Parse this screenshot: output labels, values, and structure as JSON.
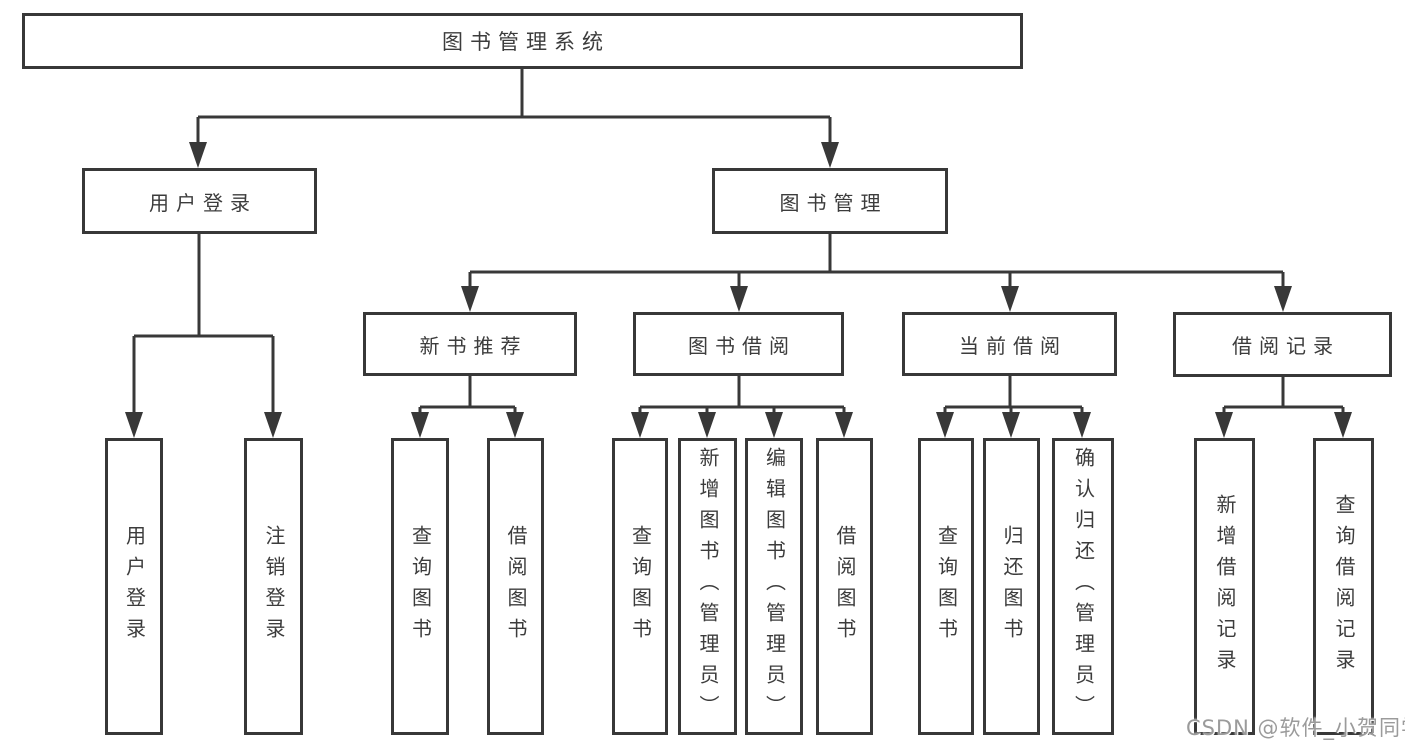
{
  "diagram": {
    "type": "hierarchy-flowchart",
    "title": "图书管理系统",
    "colors": {
      "line": "#383838",
      "box_border": "#383838",
      "text": "#3c3c3c",
      "watermark": "#9b9b9b",
      "background": "#ffffff"
    },
    "structure": {
      "图书管理系统": [
        "用户登录",
        "图书管理"
      ],
      "用户登录": [
        "用户登录",
        "注销登录"
      ],
      "图书管理": [
        "新书推荐",
        "图书借阅",
        "当前借阅",
        "借阅记录"
      ],
      "新书推荐": [
        "查询图书",
        "借阅图书"
      ],
      "图书借阅": [
        "查询图书",
        "新增图书（管理员）",
        "编辑图书（管理员）",
        "借阅图书"
      ],
      "当前借阅": [
        "查询图书",
        "归还图书",
        "确认归还（管理员）"
      ],
      "借阅记录": [
        "新增借阅记录",
        "查询借阅记录"
      ]
    }
  },
  "nodes": {
    "root": {
      "label": "图书管理系统"
    },
    "user_login": {
      "label": "用户登录"
    },
    "book_management": {
      "label": "图书管理"
    },
    "new_book_recommend": {
      "label": "新书推荐"
    },
    "book_borrow": {
      "label": "图书借阅"
    },
    "current_borrow": {
      "label": "当前借阅"
    },
    "borrow_records": {
      "label": "借阅记录"
    },
    "leaf_user_login": {
      "label": "用户登录"
    },
    "leaf_logout": {
      "label": "注销登录"
    },
    "nb_query_book": {
      "label": "查询图书"
    },
    "nb_borrow_book": {
      "label": "借阅图书"
    },
    "bb_query_book": {
      "label": "查询图书"
    },
    "bb_add_book": {
      "label": "新增图书（管理员）"
    },
    "bb_edit_book": {
      "label": "编辑图书（管理员）"
    },
    "bb_borrow_book": {
      "label": "借阅图书"
    },
    "cb_query_book": {
      "label": "查询图书"
    },
    "cb_return_book": {
      "label": "归还图书"
    },
    "cb_confirm_return": {
      "label": "确认归还（管理员）"
    },
    "br_add_record": {
      "label": "新增借阅记录"
    },
    "br_query_record": {
      "label": "查询借阅记录"
    }
  },
  "watermark": {
    "text": "CSDN @软件_小贺同学"
  }
}
